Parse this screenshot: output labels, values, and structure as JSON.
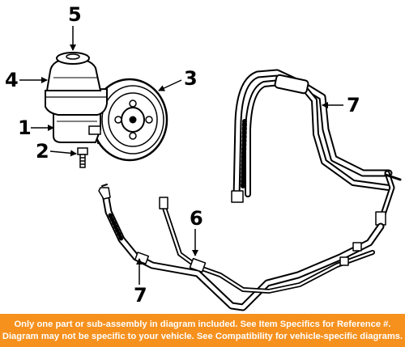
{
  "callouts": {
    "c1": "1",
    "c2": "2",
    "c3": "3",
    "c4": "4",
    "c5": "5",
    "c6": "6",
    "c7_upper": "7",
    "c7_lower": "7"
  },
  "banner": {
    "line1": "Only one part or sub-assembly in diagram included. See Item Specifics for Reference #.",
    "line2": "Diagram may not be specific to your vehicle. See Compatibility for vehicle-specific diagrams."
  },
  "colors": {
    "banner_background": "#f6911e",
    "banner_text": "#ffffff",
    "line_art": "#000000"
  }
}
